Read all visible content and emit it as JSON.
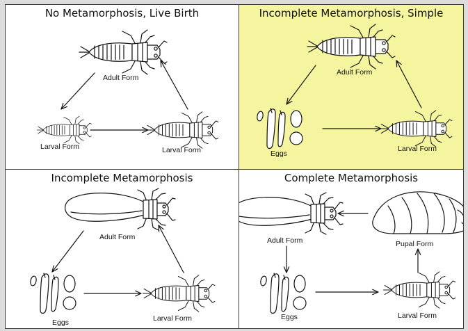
{
  "colors": {
    "highlight_panel": "#f5f5a0",
    "panel_bg": "#ffffff",
    "frame": "#dcdcdc",
    "heading_fragment": "#2b7bb0"
  },
  "panels": {
    "no_meta": {
      "title": "No Metamorphosis, Live Birth",
      "adult": "Adult Form",
      "larval_left": "Larval Form",
      "larval_right": "Larval Form"
    },
    "simple": {
      "title": "Incomplete Metamorphosis, Simple",
      "adult": "Adult Form",
      "eggs": "Eggs",
      "larval": "Larval Form"
    },
    "incomplete": {
      "title": "Incomplete Metamorphosis",
      "adult": "Adult Form",
      "eggs": "Eggs",
      "larval": "Larval Form"
    },
    "complete": {
      "title": "Complete Metamorphosis",
      "adult": "Adult Form",
      "pupal": "Pupal Form",
      "eggs": "Eggs",
      "larval": "Larval Form"
    }
  }
}
